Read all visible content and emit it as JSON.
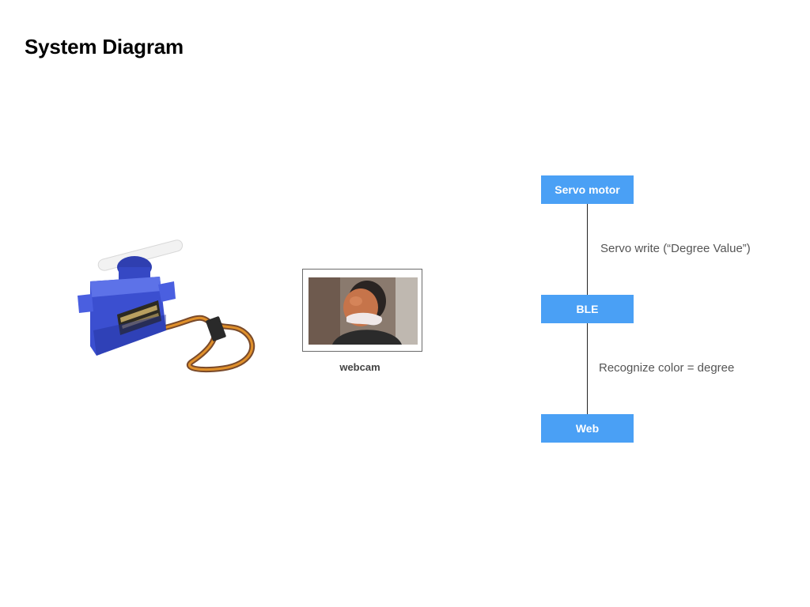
{
  "slide": {
    "title": "System Diagram"
  },
  "hardware": {
    "servo_image_label": "servo-motor-photo",
    "webcam_label": "webcam"
  },
  "flow": {
    "nodes": [
      {
        "label": "Servo motor",
        "color": "#4aa0f5"
      },
      {
        "label": "BLE",
        "color": "#4aa0f5"
      },
      {
        "label": "Web",
        "color": "#4aa0f5"
      }
    ],
    "edges": [
      {
        "label": "Servo write (“Degree Value”)"
      },
      {
        "label": "Recognize color = degree"
      }
    ]
  },
  "colors": {
    "node_fill": "#4aa0f5",
    "node_text": "#ffffff",
    "connector": "#222222"
  }
}
